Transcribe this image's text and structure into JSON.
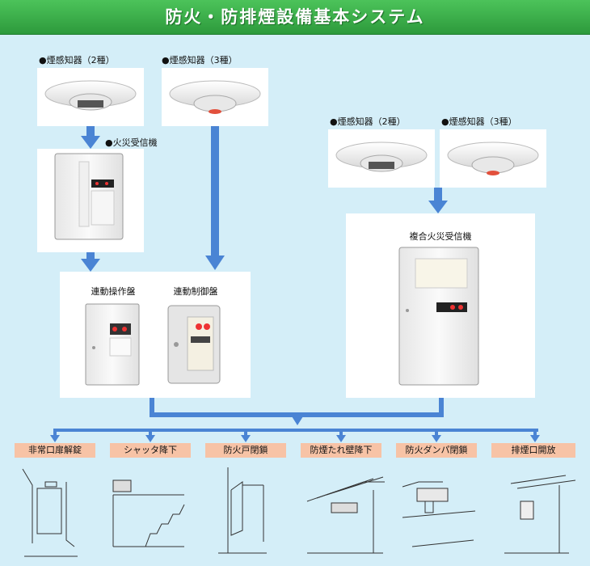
{
  "title": "防火・防排煙設備基本システム",
  "devices": {
    "smoke_type2_a": "●煙感知器（2種）",
    "smoke_type3_a": "●煙感知器（3種）",
    "smoke_type2_b": "●煙感知器（2種）",
    "smoke_type3_b": "●煙感知器（3種）",
    "fire_receiver": "●火災受信機",
    "composite_receiver": "複合火災受信機",
    "linked_operation_panel": "連動操作盤",
    "linked_control_panel": "連動制御盤"
  },
  "outputs": [
    "非常口扉解錠",
    "シャッタ降下",
    "防火戸閉鎖",
    "防煙たれ壁降下",
    "防火ダンパ閉鎖",
    "排煙口開放"
  ],
  "colors": {
    "background": "#d4eef8",
    "title_green": "#2d9a3c",
    "arrow_blue": "#4a84d4",
    "output_label": "#f7c3a6"
  }
}
